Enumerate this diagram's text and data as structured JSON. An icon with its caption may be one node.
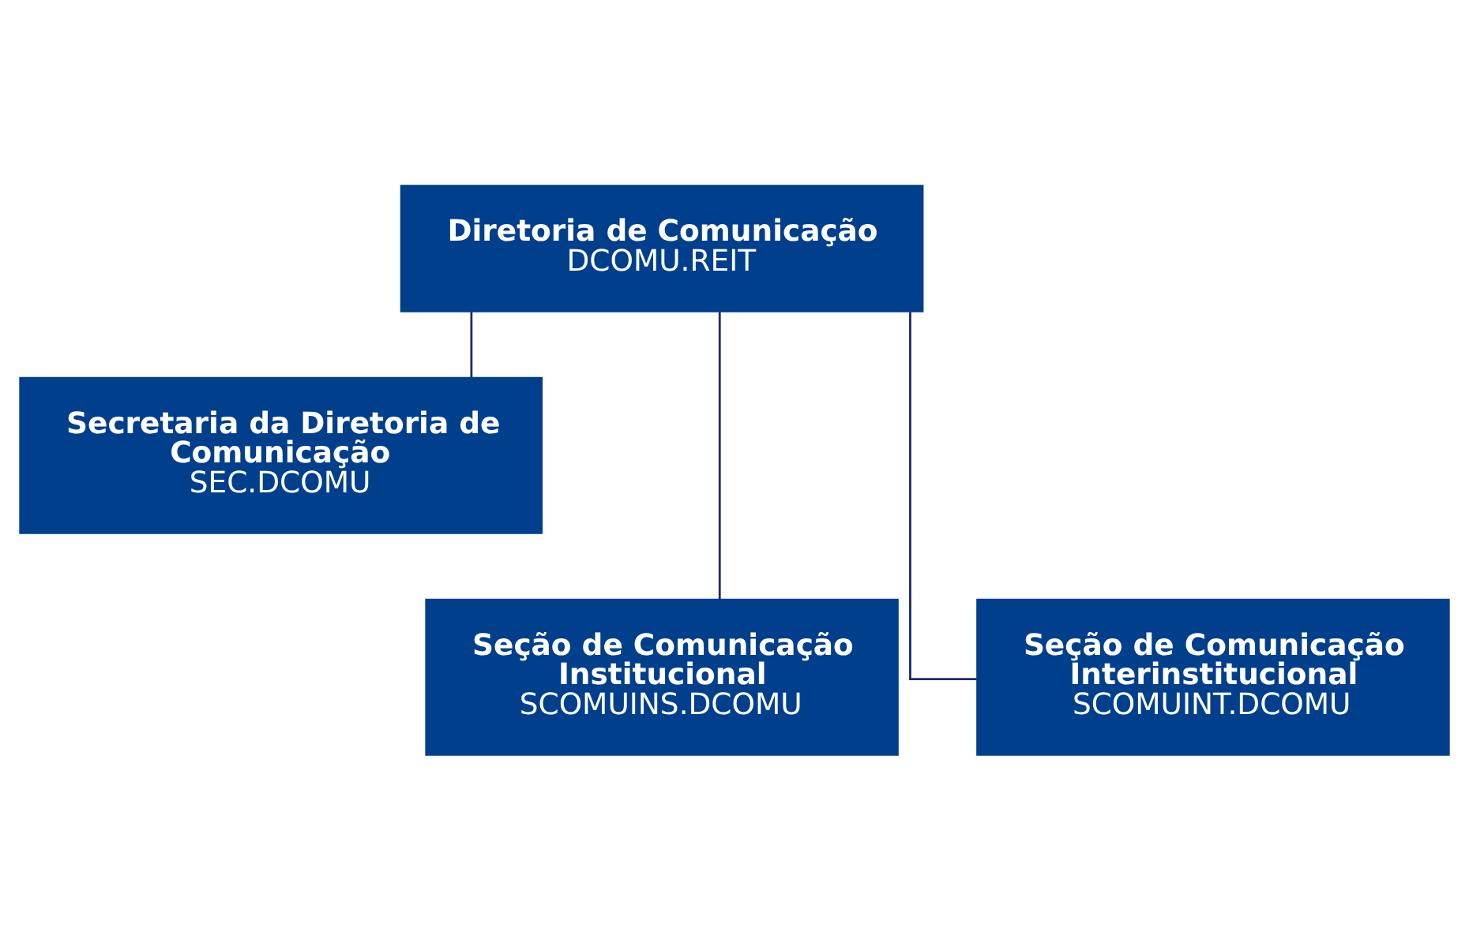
{
  "diagram": {
    "nodes": [
      {
        "text": [
          "Diretoria de Comunicação",
          "DCOMU.REIT"
        ]
      },
      {
        "text": [
          "Secretaria da Diretoria de Comunicação",
          "SEC.DCOMU"
        ]
      },
      {
        "text": [
          "Seção de Comunicação Institucional",
          "SCOMUINS.DCOMU"
        ]
      },
      {
        "text": [
          "Seção de Comunicação Interinstitucional",
          "SCOMUINT.DCOMU"
        ]
      }
    ],
    "edges": [
      {
        "from": 0,
        "to": 1,
        "arrow": "none"
      },
      {
        "from": 0,
        "to": 2,
        "arrow": "none"
      },
      {
        "from": 0,
        "to": 3,
        "arrow": "none"
      }
    ]
  }
}
